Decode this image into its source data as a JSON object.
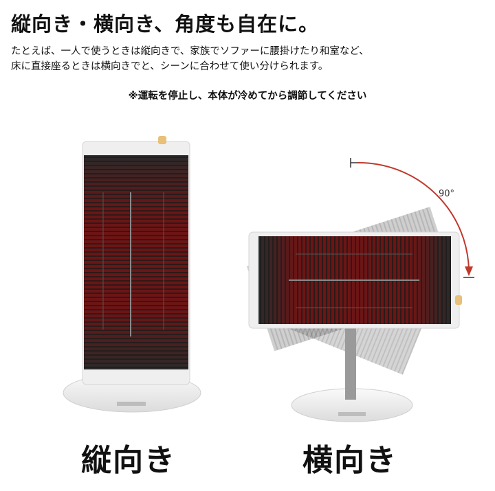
{
  "headline": "縦向き・横向き、角度も自在に。",
  "description": [
    "たとえば、一人で使うときは縦向きで、家族でソファーに腰掛けたり和室など、",
    "床に直接座るときは横向きでと、シーンに合わせて使い分けられます。"
  ],
  "notice": "※運転を停止し、本体が冷めてから調節してください",
  "rotation_label": "90°",
  "captions": {
    "vertical": "縦向き",
    "horizontal": "横向き"
  },
  "colors": {
    "heater_grille": "#3a3a3a",
    "heat_glow": "#7a1414",
    "body": "#f2f2f2",
    "arrow": "#c0392b"
  }
}
